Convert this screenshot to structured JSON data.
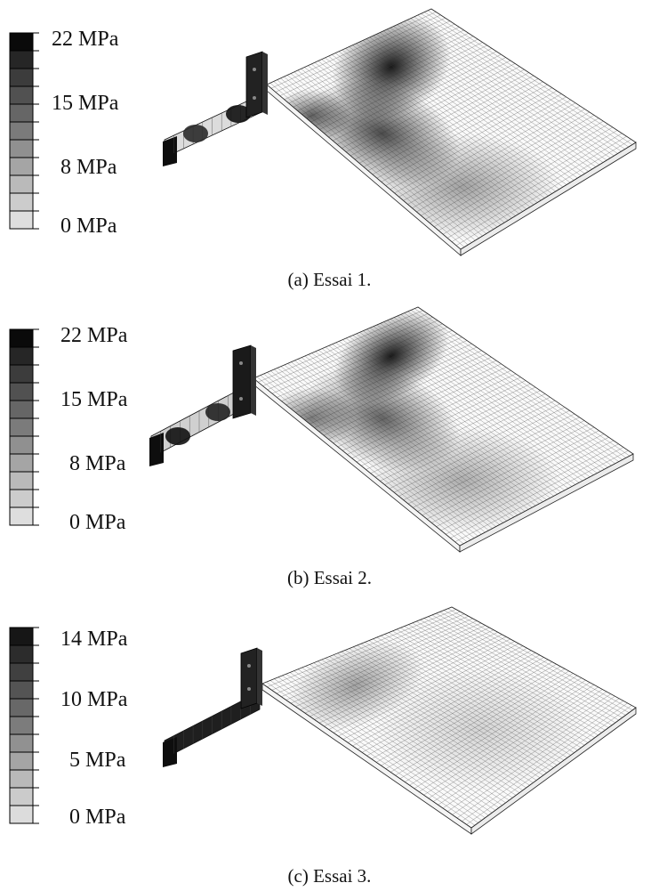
{
  "panels": [
    {
      "caption": "(a) Essai 1.",
      "legend": {
        "max_label": "22 MPa",
        "mid_label": "15 MPa",
        "low_label": "8 MPa",
        "min_label": "0 MPa"
      },
      "bands": [
        "#0a0a0a",
        "#262626",
        "#3c3c3c",
        "#515151",
        "#666666",
        "#7b7b7b",
        "#909090",
        "#a5a5a5",
        "#bababa",
        "#cccccc",
        "#dedede"
      ]
    },
    {
      "caption": "(b) Essai 2.",
      "legend": {
        "max_label": "22 MPa",
        "mid_label": "15 MPa",
        "low_label": "8 MPa",
        "min_label": "0 MPa"
      },
      "bands": [
        "#0a0a0a",
        "#262626",
        "#3c3c3c",
        "#515151",
        "#666666",
        "#7b7b7b",
        "#909090",
        "#a5a5a5",
        "#bababa",
        "#cccccc",
        "#dedede"
      ]
    },
    {
      "caption": "(c) Essai 3.",
      "legend": {
        "max_label": "14 MPa",
        "mid_label": "10 MPa",
        "low_label": "5 MPa",
        "min_label": "0 MPa"
      },
      "bands": [
        "#161616",
        "#2c2c2c",
        "#404040",
        "#545454",
        "#686868",
        "#7c7c7c",
        "#919191",
        "#a5a5a5",
        "#b9b9b9",
        "#cbcbcb",
        "#dcdcdc"
      ]
    }
  ]
}
